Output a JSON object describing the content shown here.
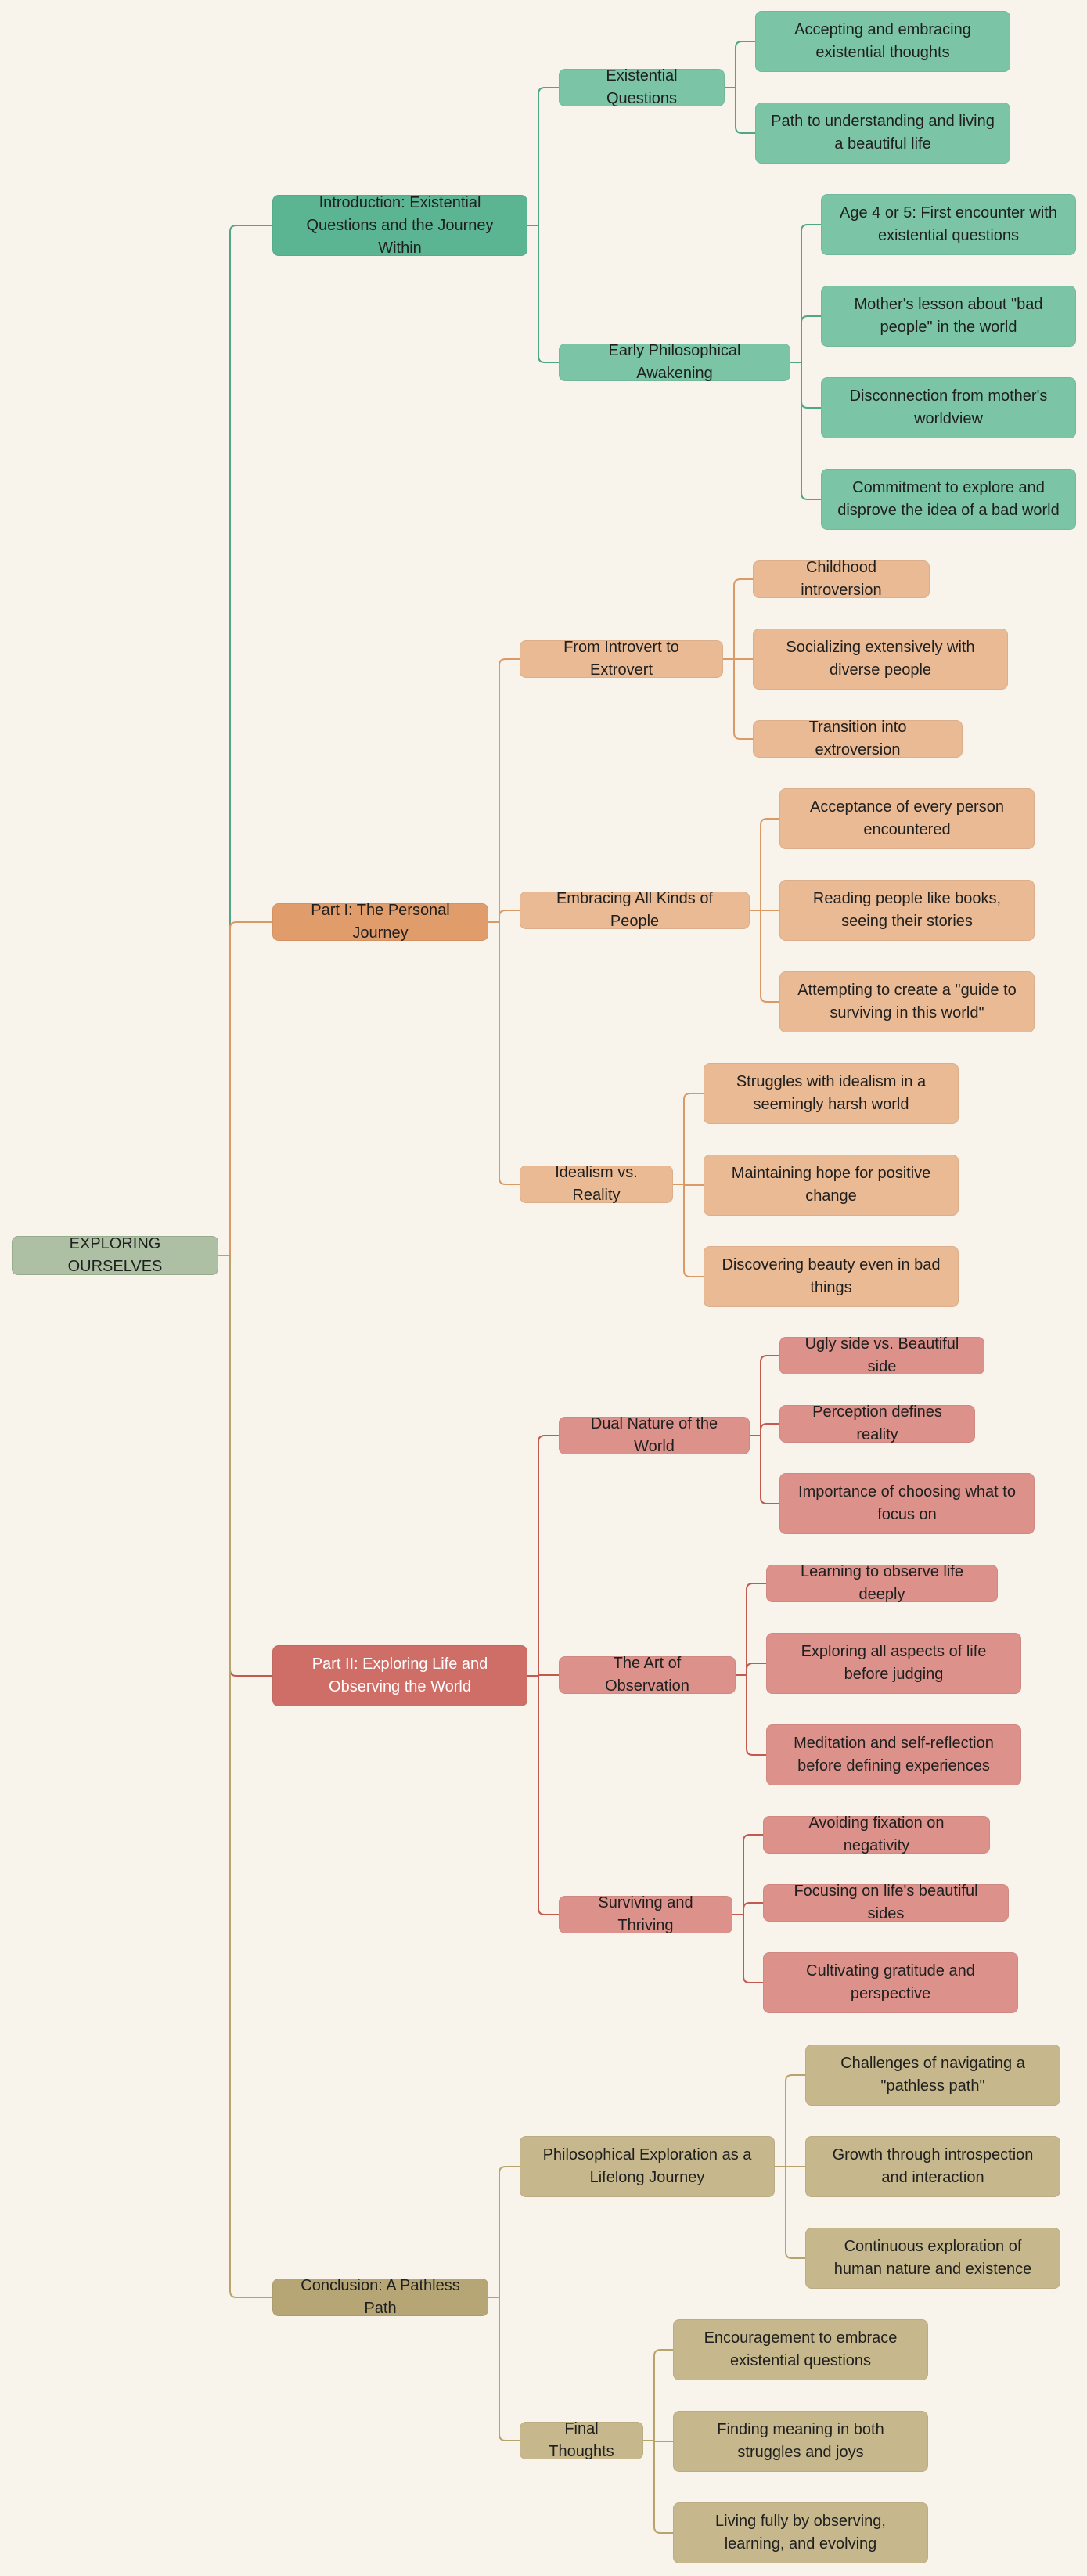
{
  "colors": {
    "background": "#f8f3eb",
    "root": "#aec0a4",
    "branches": [
      {
        "main": "#5bb592",
        "child": "#7cc4a6",
        "line": "#4fa783"
      },
      {
        "main": "#e19c6b",
        "child": "#e9ba94",
        "line": "#d99a66"
      },
      {
        "main": "#cf6e66",
        "child": "#dc928b",
        "line": "#c25a50"
      },
      {
        "main": "#b6a676",
        "child": "#c6b88c",
        "line": "#b7a46c"
      }
    ],
    "root_line": "#a07e50"
  },
  "mindmap": {
    "root": "EXPLORING OURSELVES",
    "branches": [
      {
        "label": "Introduction: Existential Questions and the Journey Within",
        "children": [
          {
            "label": "Existential Questions",
            "children": [
              "Accepting and embracing existential thoughts",
              "Path to understanding and living a beautiful life"
            ]
          },
          {
            "label": "Early Philosophical Awakening",
            "children": [
              "Age 4 or 5: First encounter with existential questions",
              "Mother's lesson about \"bad people\" in the world",
              "Disconnection from mother's worldview",
              "Commitment to explore and disprove the idea of a bad world"
            ]
          }
        ]
      },
      {
        "label": "Part I: The Personal Journey",
        "children": [
          {
            "label": "From Introvert to Extrovert",
            "children": [
              "Childhood introversion",
              "Socializing extensively with diverse people",
              "Transition into extroversion"
            ]
          },
          {
            "label": "Embracing All Kinds of People",
            "children": [
              "Acceptance of every person encountered",
              "Reading people like books, seeing their stories",
              "Attempting to create a \"guide to surviving in this world\""
            ]
          },
          {
            "label": "Idealism vs. Reality",
            "children": [
              "Struggles with idealism in a seemingly harsh world",
              "Maintaining hope for positive change",
              "Discovering beauty even in bad things"
            ]
          }
        ]
      },
      {
        "label": "Part II: Exploring Life and Observing the World",
        "children": [
          {
            "label": "Dual Nature of the World",
            "children": [
              "Ugly side vs. Beautiful side",
              "Perception defines reality",
              "Importance of choosing what to focus on"
            ]
          },
          {
            "label": "The Art of Observation",
            "children": [
              "Learning to observe life deeply",
              "Exploring all aspects of life before judging",
              "Meditation and self-reflection before defining experiences"
            ]
          },
          {
            "label": "Surviving and Thriving",
            "children": [
              "Avoiding fixation on negativity",
              "Focusing on life's beautiful sides",
              "Cultivating gratitude and perspective"
            ]
          }
        ]
      },
      {
        "label": "Conclusion: A Pathless Path",
        "children": [
          {
            "label": "Philosophical Exploration as a Lifelong Journey",
            "children": [
              "Challenges of navigating a \"pathless path\"",
              "Growth through introspection and interaction",
              "Continuous exploration of human nature and existence"
            ]
          },
          {
            "label": "Final Thoughts",
            "children": [
              "Encouragement to embrace existential questions",
              "Finding meaning in both struggles and joys",
              "Living fully by observing, learning, and evolving"
            ]
          }
        ]
      }
    ]
  }
}
